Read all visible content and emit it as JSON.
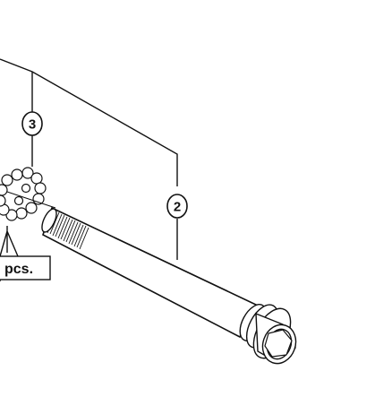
{
  "diagram": {
    "callouts": [
      {
        "number": "3"
      },
      {
        "number": "2"
      }
    ],
    "pcs_label": "pcs."
  }
}
